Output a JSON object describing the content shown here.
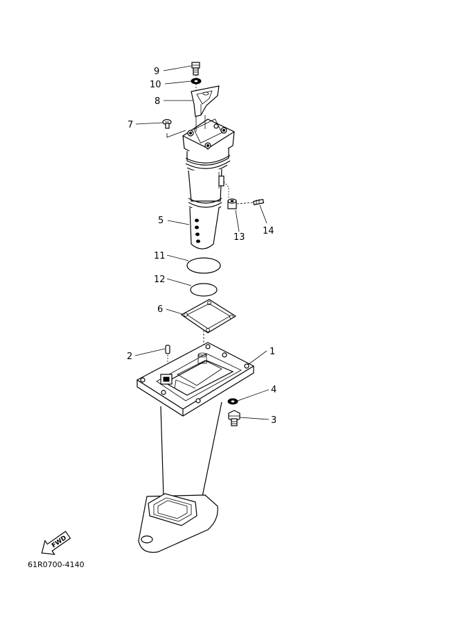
{
  "parts": [
    {
      "id": "part-1",
      "label": "1"
    },
    {
      "id": "part-2",
      "label": "2"
    },
    {
      "id": "part-3",
      "label": "3"
    },
    {
      "id": "part-4",
      "label": "4"
    },
    {
      "id": "part-5",
      "label": "5"
    },
    {
      "id": "part-6",
      "label": "6"
    },
    {
      "id": "part-7",
      "label": "7"
    },
    {
      "id": "part-8",
      "label": "8"
    },
    {
      "id": "part-9",
      "label": "9"
    },
    {
      "id": "part-10",
      "label": "10"
    },
    {
      "id": "part-11",
      "label": "11"
    },
    {
      "id": "part-12",
      "label": "12"
    },
    {
      "id": "part-13",
      "label": "13"
    },
    {
      "id": "part-14",
      "label": "14"
    }
  ],
  "fwd_arrow": {
    "label": "FWD"
  },
  "drawing_code": "61R0700-4140"
}
